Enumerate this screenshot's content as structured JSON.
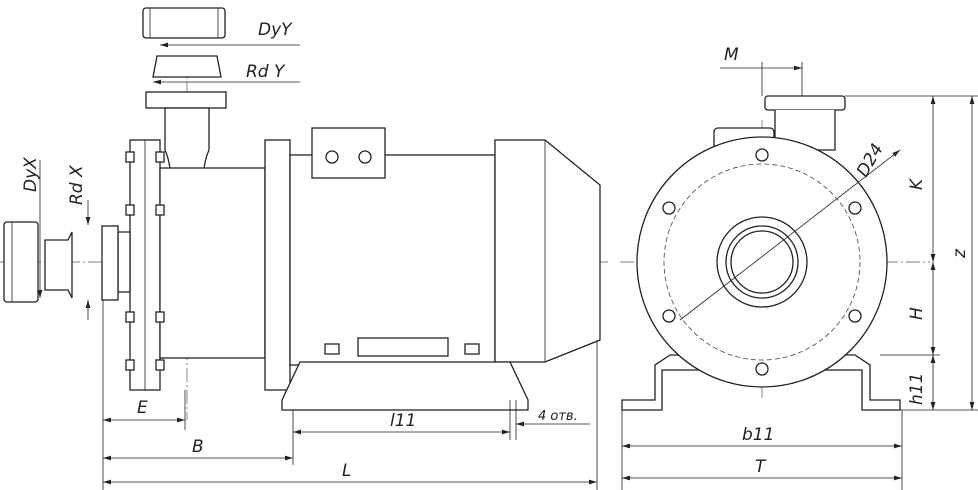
{
  "labels": {
    "dyy": "DyY",
    "rdy": "Rd Y",
    "m": "M",
    "d24": "D24",
    "k": "K",
    "z": "z",
    "h": "H",
    "h11": "h11",
    "dyx": "DyX",
    "rdx": "Rd X",
    "e": "E",
    "b": "B",
    "l11": "l11",
    "holes": "4 отв.",
    "l": "L",
    "b11": "b11",
    "t": "T"
  }
}
